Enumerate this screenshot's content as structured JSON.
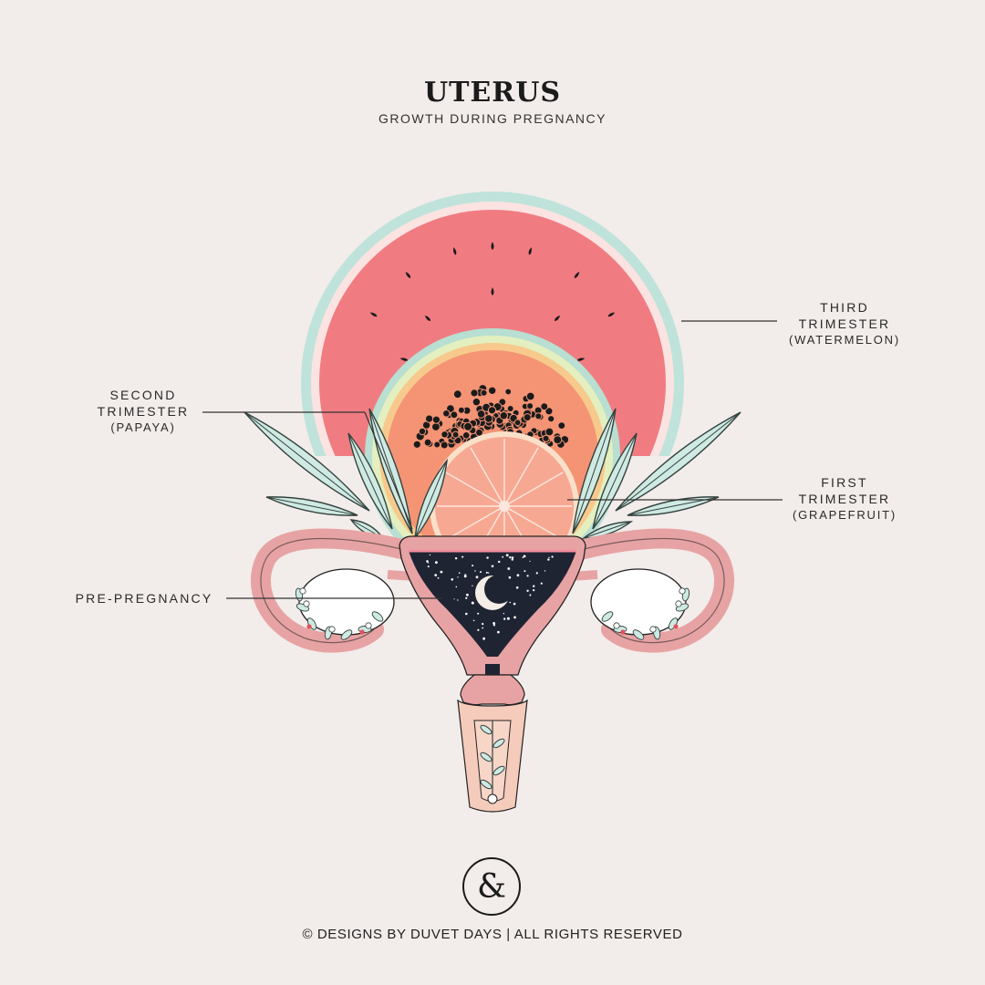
{
  "title": "UTERUS",
  "subtitle": "GROWTH DURING PREGNANCY",
  "labels": {
    "third": {
      "line1": "THIRD",
      "line2": "TRIMESTER",
      "paren": "(WATERMELON)"
    },
    "second": {
      "line1": "SECOND",
      "line2": "TRIMESTER",
      "paren": "(PAPAYA)"
    },
    "first": {
      "line1": "FIRST",
      "line2": "TRIMESTER",
      "paren": "(GRAPEFRUIT)"
    },
    "pre": {
      "line1": "PRE-PREGNANCY"
    }
  },
  "logo": {
    "symbol": "&"
  },
  "footer": {
    "text": "© DESIGNS BY DUVET DAYS  |  ALL RIGHTS RESERVED"
  },
  "colors": {
    "background": "#f2ecea",
    "watermelon_rind": "#bfe3da",
    "watermelon_flesh": "#f07c82",
    "papaya_flesh": "#f49474",
    "grapefruit": "#f7a893",
    "uterus": "#e7a3a3",
    "cavity": "#1f2433",
    "leaf": "#cfe9e3"
  }
}
